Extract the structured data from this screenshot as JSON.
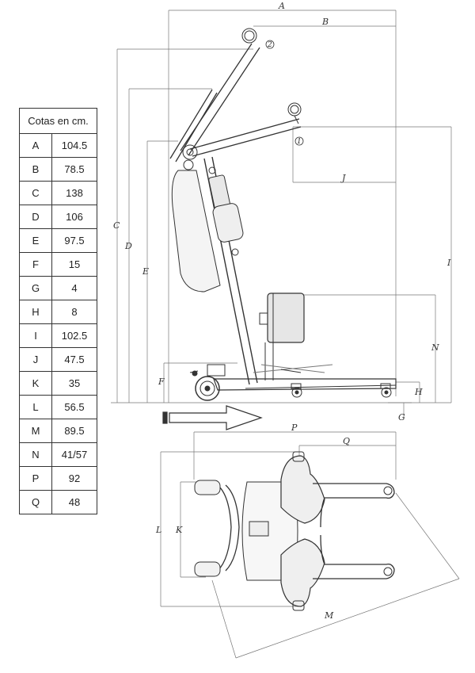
{
  "table": {
    "header": "Cotas en cm.",
    "rows": [
      {
        "key": "A",
        "value": "104.5"
      },
      {
        "key": "B",
        "value": "78.5"
      },
      {
        "key": "C",
        "value": "138"
      },
      {
        "key": "D",
        "value": "106"
      },
      {
        "key": "E",
        "value": "97.5"
      },
      {
        "key": "F",
        "value": "15"
      },
      {
        "key": "G",
        "value": "4"
      },
      {
        "key": "H",
        "value": "8"
      },
      {
        "key": "I",
        "value": "102.5"
      },
      {
        "key": "J",
        "value": "47.5"
      },
      {
        "key": "K",
        "value": "35"
      },
      {
        "key": "L",
        "value": "56.5"
      },
      {
        "key": "M",
        "value": "89.5"
      },
      {
        "key": "N",
        "value": "41/57"
      },
      {
        "key": "P",
        "value": "92"
      },
      {
        "key": "Q",
        "value": "48"
      }
    ]
  },
  "side_view_labels": {
    "a": "A",
    "b": "B",
    "c": "C",
    "d": "D",
    "e": "E",
    "f": "F",
    "g": "G",
    "h": "H",
    "i": "I",
    "j": "J",
    "n": "N",
    "point_1": "1",
    "point_2": "2"
  },
  "top_view_labels": {
    "p": "P",
    "q": "Q",
    "l": "L",
    "k": "K",
    "m": "M"
  },
  "colors": {
    "line": "#333333",
    "dim": "#555555",
    "fill": "#f4f4f4"
  }
}
